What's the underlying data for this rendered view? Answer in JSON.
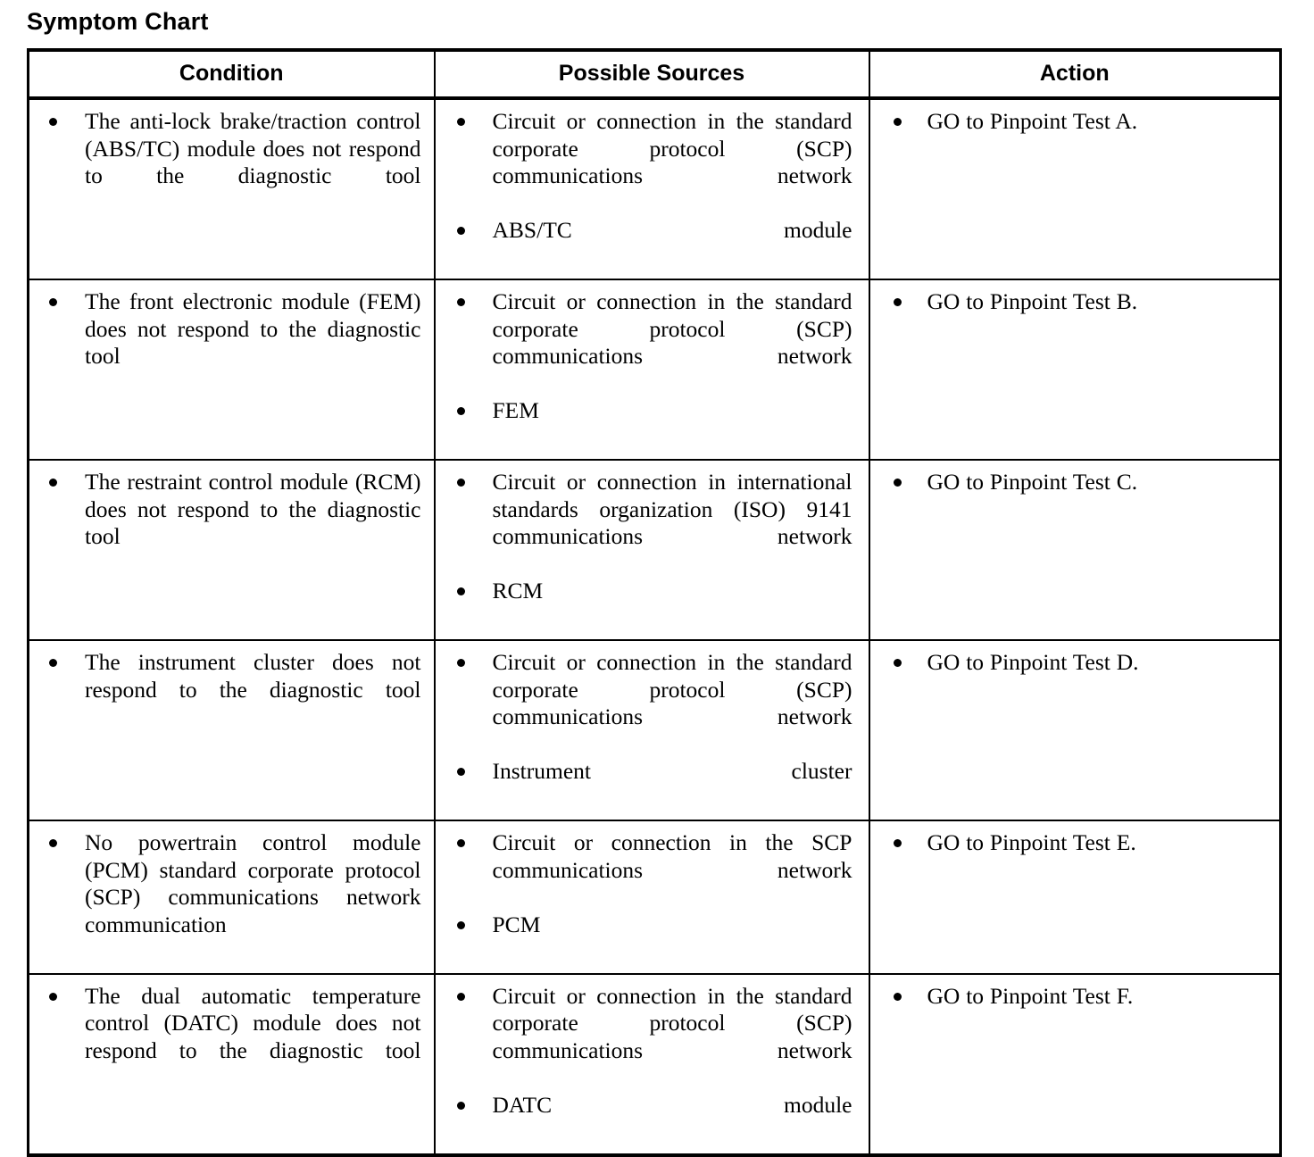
{
  "document": {
    "title": "Symptom Chart"
  },
  "table": {
    "headers": [
      "Condition",
      "Possible Sources",
      "Action"
    ],
    "rows": [
      {
        "condition": [
          "The anti-lock brake/traction control (ABS/TC) module does not respond to the diagnostic tool"
        ],
        "sources": [
          "Circuit or connection in the standard corporate protocol (SCP) communications network",
          "ABS/TC module"
        ],
        "action": [
          "GO to Pinpoint Test A."
        ]
      },
      {
        "condition": [
          "The front electronic module (FEM) does not respond to the diagnostic tool"
        ],
        "sources": [
          "Circuit or connection in the standard corporate protocol (SCP) communications network",
          "FEM"
        ],
        "action": [
          "GO to Pinpoint Test B."
        ]
      },
      {
        "condition": [
          "The restraint control module (RCM) does not respond to the diagnostic tool"
        ],
        "sources": [
          "Circuit or connection in international standards organization (ISO) 9141 communications network",
          "RCM"
        ],
        "action": [
          "GO to Pinpoint Test C."
        ]
      },
      {
        "condition": [
          "The instrument cluster does not respond to the diagnostic tool"
        ],
        "sources": [
          "Circuit or connection in the standard corporate protocol (SCP) communications network",
          "Instrument cluster"
        ],
        "action": [
          "GO to Pinpoint Test D."
        ]
      },
      {
        "condition": [
          "No powertrain control module (PCM) standard corporate protocol (SCP) communications network communication"
        ],
        "sources": [
          "Circuit or connection in the SCP communications network",
          "PCM"
        ],
        "action": [
          "GO to Pinpoint Test E."
        ]
      },
      {
        "condition": [
          "The dual automatic temperature control (DATC) module does not respond to the diagnostic tool"
        ],
        "sources": [
          "Circuit or connection in the standard corporate protocol (SCP) communications network",
          "DATC module"
        ],
        "action": [
          "GO to Pinpoint Test F."
        ]
      }
    ]
  },
  "colors": {
    "text": "#000000",
    "background": "#ffffff",
    "rule": "#000000"
  }
}
